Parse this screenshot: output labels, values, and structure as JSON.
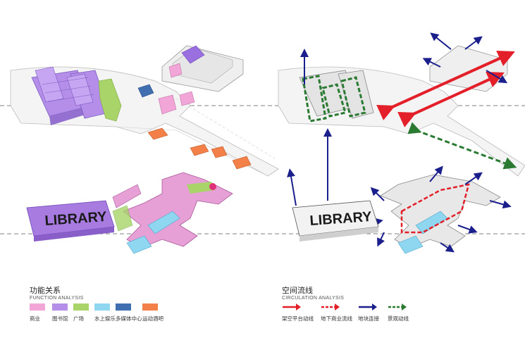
{
  "diagrams": {
    "left_library_label": "LIBRARY",
    "right_library_label": "LIBRARY"
  },
  "function_legend": {
    "title": "功能关系",
    "subtitle": "FUNCTION ANALYSIS",
    "items": [
      {
        "label": "商业",
        "color": "#f2a6d8"
      },
      {
        "label": "图书馆",
        "color": "#b48ee8"
      },
      {
        "label": "广场",
        "color": "#a8d46a"
      },
      {
        "label": "水上娱乐",
        "color": "#8fd6f0"
      },
      {
        "label": "多媒体中心",
        "color": "#3f6fb0"
      },
      {
        "label": "运动酒吧",
        "color": "#f28048"
      }
    ]
  },
  "circulation_legend": {
    "title": "空间流线",
    "subtitle": "CIRCULATION ANALYSIS",
    "items": [
      {
        "label": "架空平台动线",
        "color": "#e3202a",
        "style": "solid"
      },
      {
        "label": "地下商业流线",
        "color": "#e3202a",
        "style": "dashed"
      },
      {
        "label": "地块连接",
        "color": "#1a1f8c",
        "style": "solid"
      },
      {
        "label": "景观动线",
        "color": "#2a7a32",
        "style": "dashed"
      }
    ]
  }
}
